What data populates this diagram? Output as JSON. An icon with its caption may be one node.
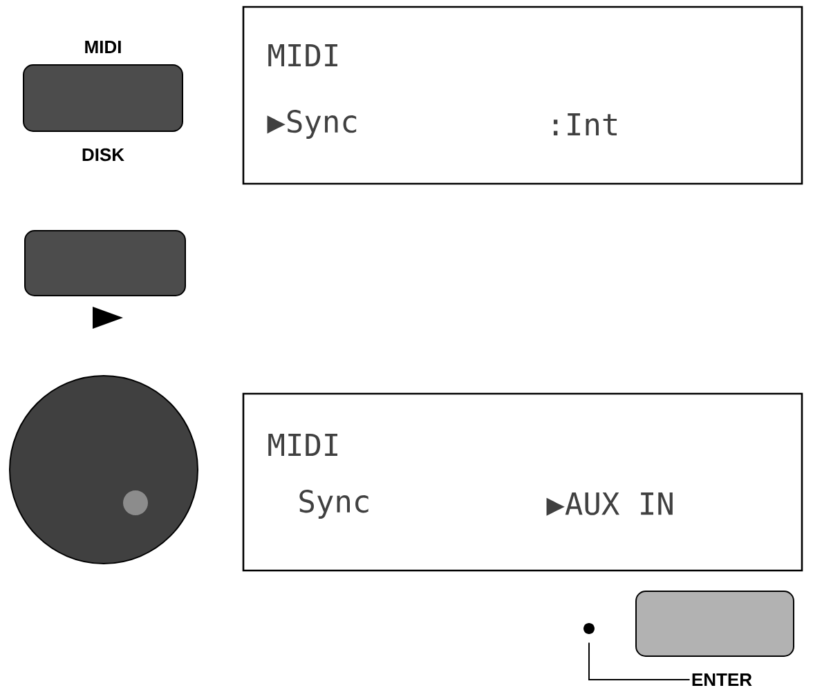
{
  "diagram": {
    "nodes": [
      {
        "text": [
          "MIDI",
          "DISK"
        ]
      },
      {
        "text": [
          "MIDI",
          "▶Sync",
          ":Int"
        ]
      },
      {
        "text": [],
        "shape": "box"
      },
      {
        "text": [],
        "shape": "circle"
      },
      {
        "text": [
          "MIDI",
          "Sync",
          "▶AUX IN"
        ]
      },
      {
        "text": [],
        "shape": "circle"
      },
      {
        "text": [
          "ENTER"
        ]
      }
    ],
    "edges": [
      {
        "from": 5,
        "to": 6,
        "arrow": "none"
      }
    ]
  }
}
